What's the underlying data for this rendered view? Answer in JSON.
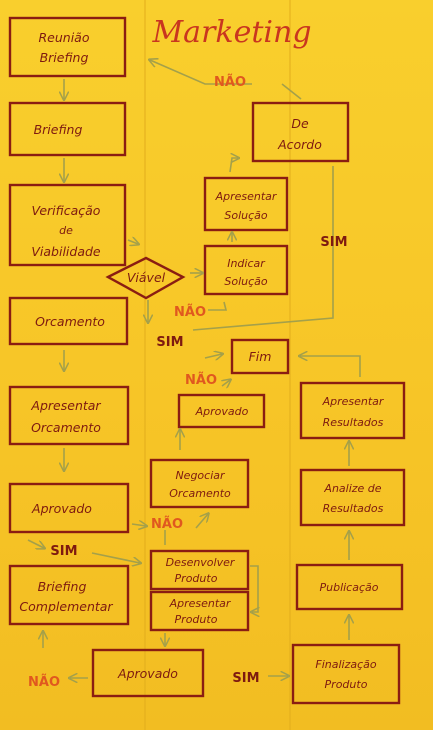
{
  "title": "Marketing",
  "nodes": {
    "reuniao": [
      "Reunião",
      "Briefing"
    ],
    "briefing": [
      "Briefing"
    ],
    "verificacao": [
      "Verificação",
      "de",
      "Viabilidade"
    ],
    "viavel": [
      "Viável"
    ],
    "orcamento": [
      "Orcamento"
    ],
    "apresentar_orcamento": [
      "Apresentar",
      "Orcamento"
    ],
    "aprovado_1": [
      "Aprovado"
    ],
    "briefing_complementar": [
      "Briefing",
      "Complementar"
    ],
    "aprovado_3": [
      "Aprovado"
    ],
    "de_acordo": [
      "De",
      "Acordo"
    ],
    "apresentar_solucao": [
      "Apresentar",
      "Solução"
    ],
    "indicar_solucao": [
      "Indicar",
      "Solução"
    ],
    "fim": [
      "Fim"
    ],
    "aprovado_2": [
      "Aprovado"
    ],
    "negociar_orcamento": [
      "Negociar",
      "Orcamento"
    ],
    "desenvolver_produto": [
      "Desenvolver",
      "Produto"
    ],
    "apresentar_produto": [
      "Apresentar",
      "Produto"
    ],
    "apresentar_resultados": [
      "Apresentar",
      "Resultados"
    ],
    "analize_resultados": [
      "Analize de",
      "Resultados"
    ],
    "publicacao": [
      "Publicação"
    ],
    "finalizacao_produto": [
      "Finalização",
      "Produto"
    ]
  },
  "flags": {
    "nao_top": "NÃO",
    "sim_right": "SIM",
    "nao_viavel": "NÃO",
    "sim_viavel": "SIM",
    "nao_fim": "NÃO",
    "nao_aprovado1": "NÃO",
    "sim_aprovado1": "SIM",
    "nao_bottom": "NÃO",
    "sim_bottom": "SIM"
  }
}
